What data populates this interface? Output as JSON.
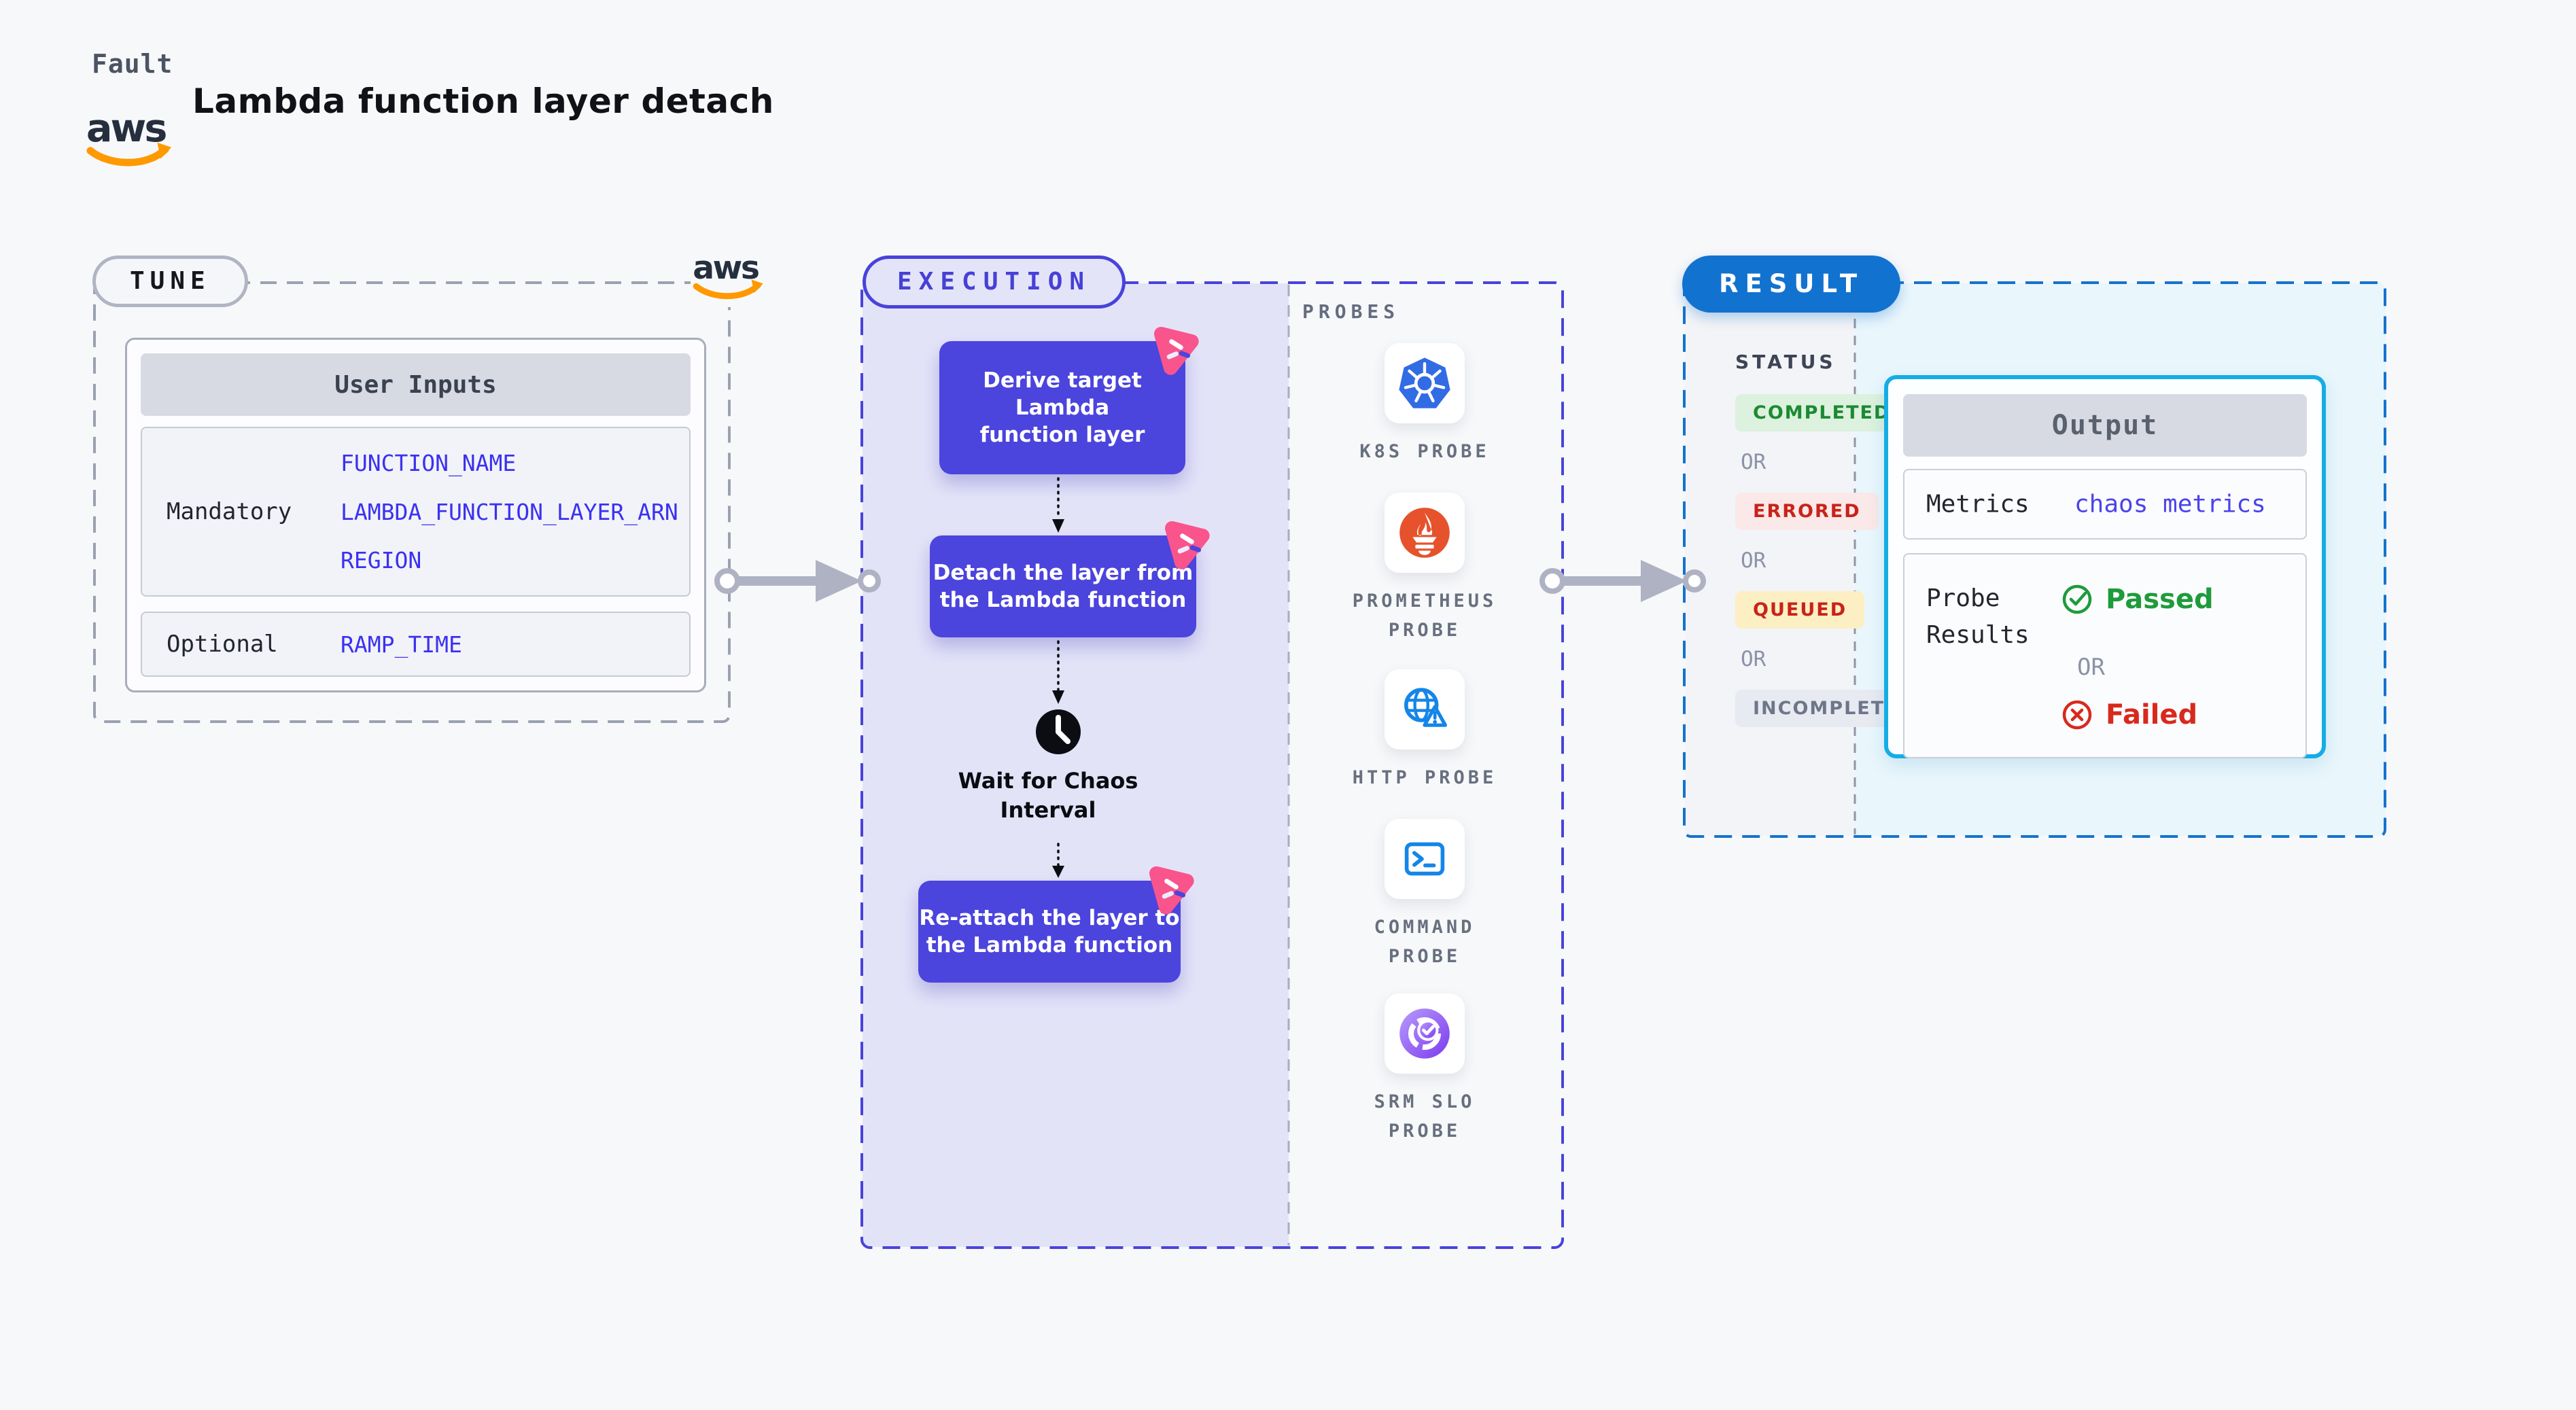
{
  "header": {
    "eyebrow": "Fault",
    "title": "Lambda function layer detach",
    "aws_wordmark": "aws"
  },
  "tune": {
    "badge": "TUNE",
    "user_inputs": {
      "header": "User Inputs",
      "mandatory_label": "Mandatory",
      "mandatory_values": [
        "FUNCTION_NAME",
        "LAMBDA_FUNCTION_LAYER_ARN",
        "REGION"
      ],
      "optional_label": "Optional",
      "optional_values": [
        "RAMP_TIME"
      ]
    }
  },
  "execution": {
    "badge": "EXECUTION",
    "steps": [
      {
        "lines": [
          "Derive target Lambda",
          "function layer"
        ]
      },
      {
        "lines": [
          "Detach the layer from",
          "the Lambda function"
        ]
      },
      {
        "lines": [
          "Re-attach the layer to",
          "the Lambda function"
        ]
      }
    ],
    "wait": {
      "lines": [
        "Wait for Chaos",
        "Interval"
      ]
    }
  },
  "probes": {
    "title": "PROBES",
    "items": [
      {
        "icon": "kubernetes-icon",
        "lines": [
          "K8S PROBE",
          ""
        ]
      },
      {
        "icon": "prometheus-icon",
        "lines": [
          "PROMETHEUS",
          "PROBE"
        ]
      },
      {
        "icon": "http-globe-icon",
        "lines": [
          "HTTP PROBE",
          ""
        ]
      },
      {
        "icon": "terminal-icon",
        "lines": [
          "COMMAND",
          "PROBE"
        ]
      },
      {
        "icon": "srm-slo-icon",
        "lines": [
          "SRM SLO",
          "PROBE"
        ]
      }
    ]
  },
  "result": {
    "badge": "RESULT",
    "status_title": "STATUS",
    "or_label": "OR",
    "statuses": [
      {
        "label": "COMPLETED",
        "bg": "#DCF1DE",
        "color": "#1C8A31"
      },
      {
        "label": "ERRORED",
        "bg": "#FBE8E8",
        "color": "#C8231A"
      },
      {
        "label": "QUEUED",
        "bg": "#FCEFC3",
        "color": "#C8231A"
      },
      {
        "label": "INCOMPLETED",
        "bg": "#E8EAF1",
        "color": "#6E7689"
      }
    ],
    "output": {
      "header": "Output",
      "metrics_label": "Metrics",
      "metrics_link": "chaos metrics",
      "probe_results": {
        "lines": [
          "Probe",
          "Results"
        ]
      },
      "passed_label": "Passed",
      "failed_label": "Failed"
    }
  },
  "colors": {
    "page_bg": "#F7F8FA",
    "node_indigo": "#4B44DD",
    "execution_border": "#4843DB",
    "execution_panel": "#E3E3F8",
    "result_blue": "#1272CF",
    "output_cyan": "#15ADE5",
    "link_indigo": "#4B43EB",
    "value_indigo": "#3B31F1",
    "aws_orange": "#FF9900",
    "litmus_pink": "#F9548C",
    "passed_green": "#1E9B3B",
    "failed_red": "#D8291D",
    "kubernetes_blue": "#326CE5",
    "prometheus_orange": "#E6522C",
    "probe_icon_blue": "#1486E8"
  }
}
